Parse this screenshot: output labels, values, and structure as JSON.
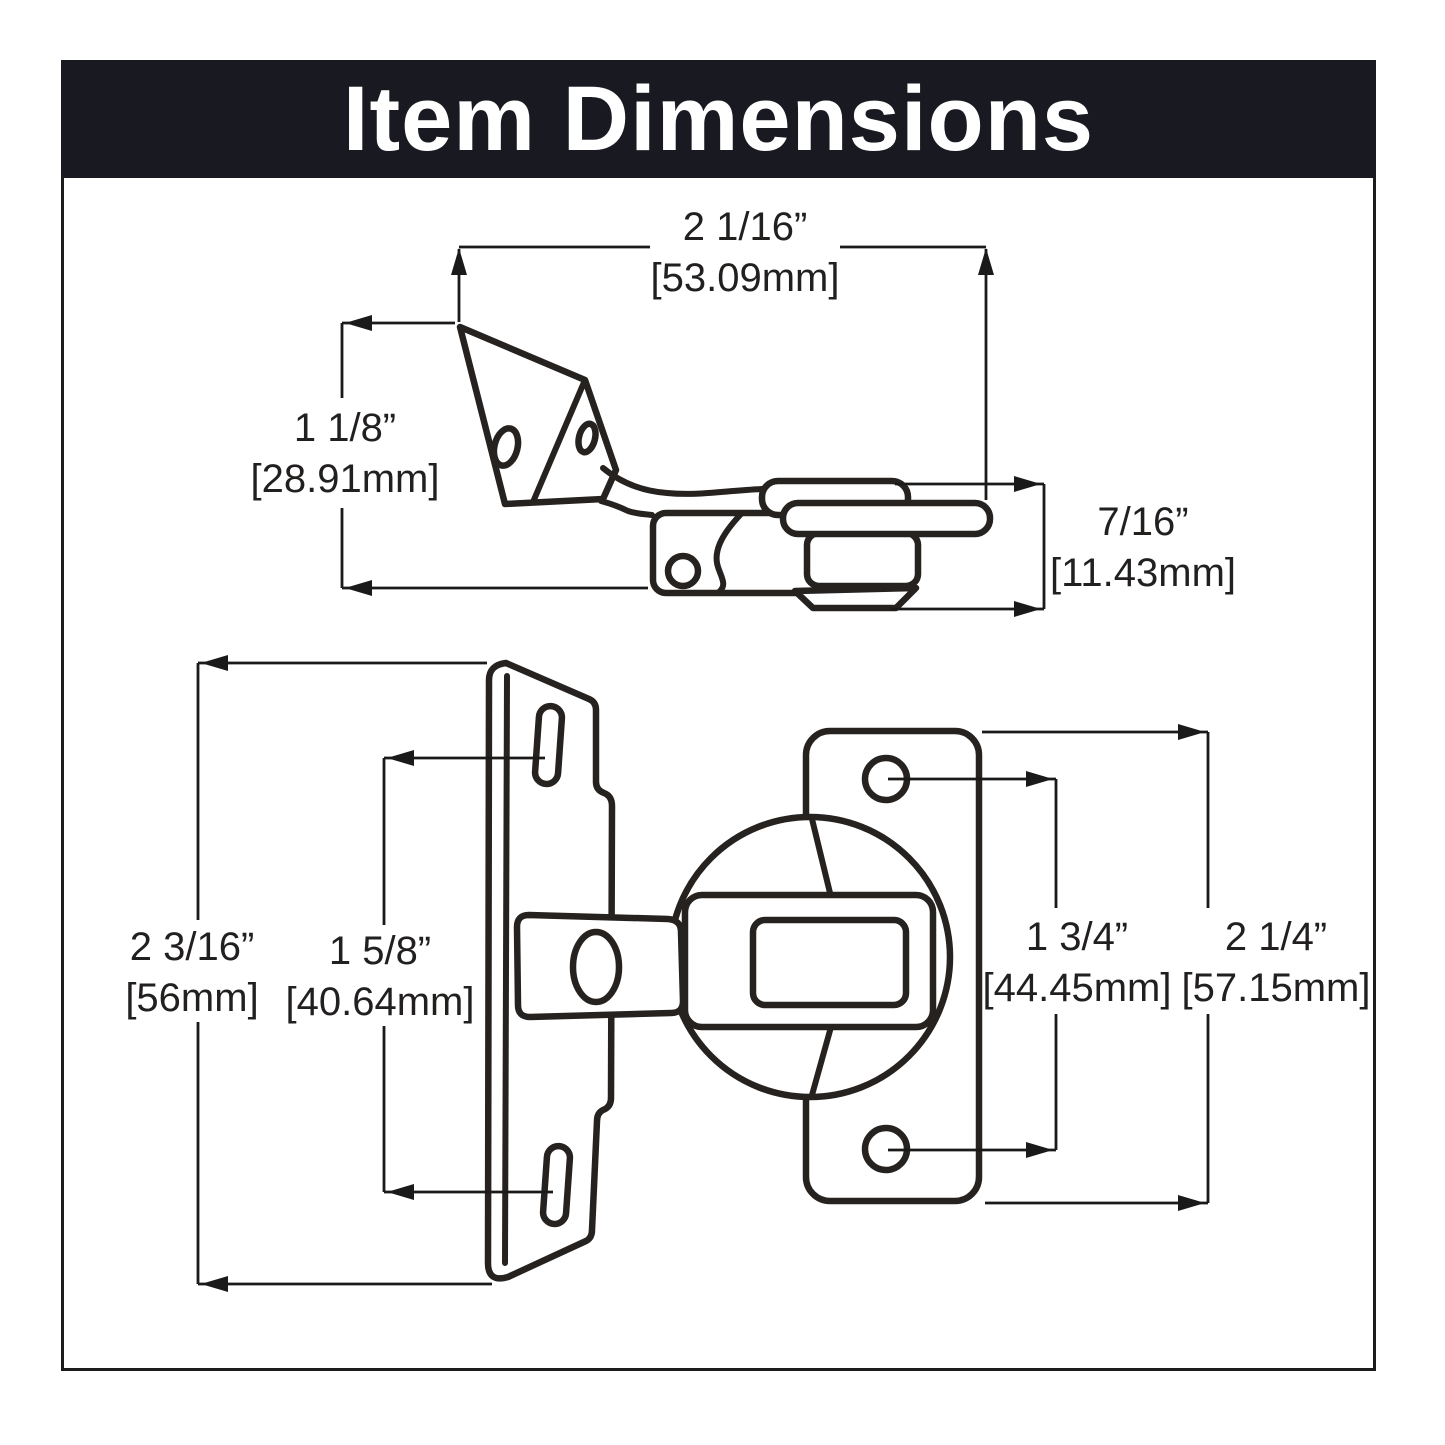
{
  "header": {
    "title": "Item Dimensions"
  },
  "colors": {
    "header_bg": "#191922",
    "frame_border": "#1c1c1c",
    "line_color": "#262220",
    "text_color": "#221f1f",
    "background": "#ffffff"
  },
  "dimensions": {
    "hinge_width": {
      "inches": "2 1/16”",
      "mm": "[53.09mm]"
    },
    "hinge_height": {
      "inches": "1 1/8”",
      "mm": "[28.91mm]"
    },
    "cup_depth": {
      "inches": "7/16”",
      "mm": "[11.43mm]"
    },
    "plate_height": {
      "inches": "2 3/16”",
      "mm": "[56mm]"
    },
    "slot_spacing": {
      "inches": "1 5/8”",
      "mm": "[40.64mm]"
    },
    "hole_spacing": {
      "inches": "1 3/4”",
      "mm": "[44.45mm]"
    },
    "wing_plate_height": {
      "inches": "2 1/4”",
      "mm": "[57.15mm]"
    }
  }
}
